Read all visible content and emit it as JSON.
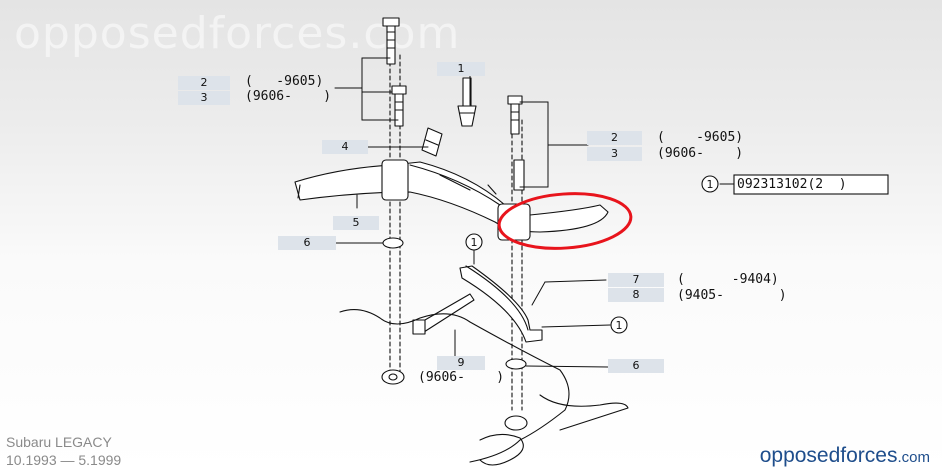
{
  "watermark": "opposedforces.com",
  "callouts": {
    "c1": "1",
    "c2a": "2",
    "c3a": "3",
    "c4": "4",
    "c5": "5",
    "c6a": "6",
    "c2b": "2",
    "c3b": "3",
    "c7": "7",
    "c8": "8",
    "c9": "9",
    "c6b": "6"
  },
  "ranges": {
    "r2a": "(   -9605)",
    "r3a": "(9606-    )",
    "r2b": "(    -9605)",
    "r3b": "(9606-    )",
    "r7": "(      -9404)",
    "r8": "(9405-       )",
    "r9": "(9606-    )"
  },
  "circle_marks": {
    "m_legend": "1",
    "m_upper": "1",
    "m_right": "1"
  },
  "part_code": "092313102(2  )",
  "model": {
    "name": "Subaru LEGACY",
    "years": "10.1993 — 5.1999"
  },
  "brand": {
    "part1": "opposed",
    "part2": "forces",
    "domain": ".com"
  },
  "colors": {
    "highlight": "#e8141c",
    "brand": "#1f4e8c",
    "badge": "#dde3ea"
  }
}
